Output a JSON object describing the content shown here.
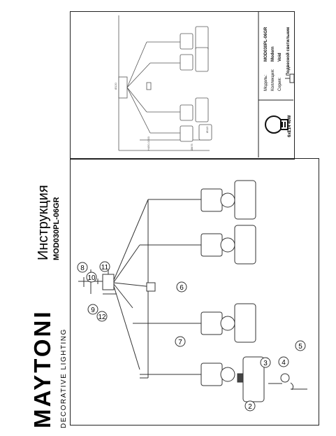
{
  "brand": {
    "logo_text": "MAYTONI",
    "tagline": "DECORATIVE LIGHTING"
  },
  "header": {
    "title": "Инструкция",
    "model": "MOD030PL-06GR"
  },
  "callouts": [
    "2",
    "3",
    "4",
    "5",
    "6",
    "7",
    "8",
    "9",
    "10",
    "11",
    "12"
  ],
  "dimensions": {
    "height_range": "H450-1000",
    "diameter": "Ø875",
    "top_width": "Ø120",
    "canopy": "Ø115"
  },
  "spec": {
    "rows": [
      {
        "label": "Модель:",
        "value": "MOD030PL-06GR"
      },
      {
        "label": "Коллекция:",
        "value": "Modern"
      },
      {
        "label": "Серия:",
        "value": "Void"
      },
      {
        "label": "",
        "value": "Подвесной светильник"
      }
    ],
    "bulb": "6xE14 40W"
  }
}
